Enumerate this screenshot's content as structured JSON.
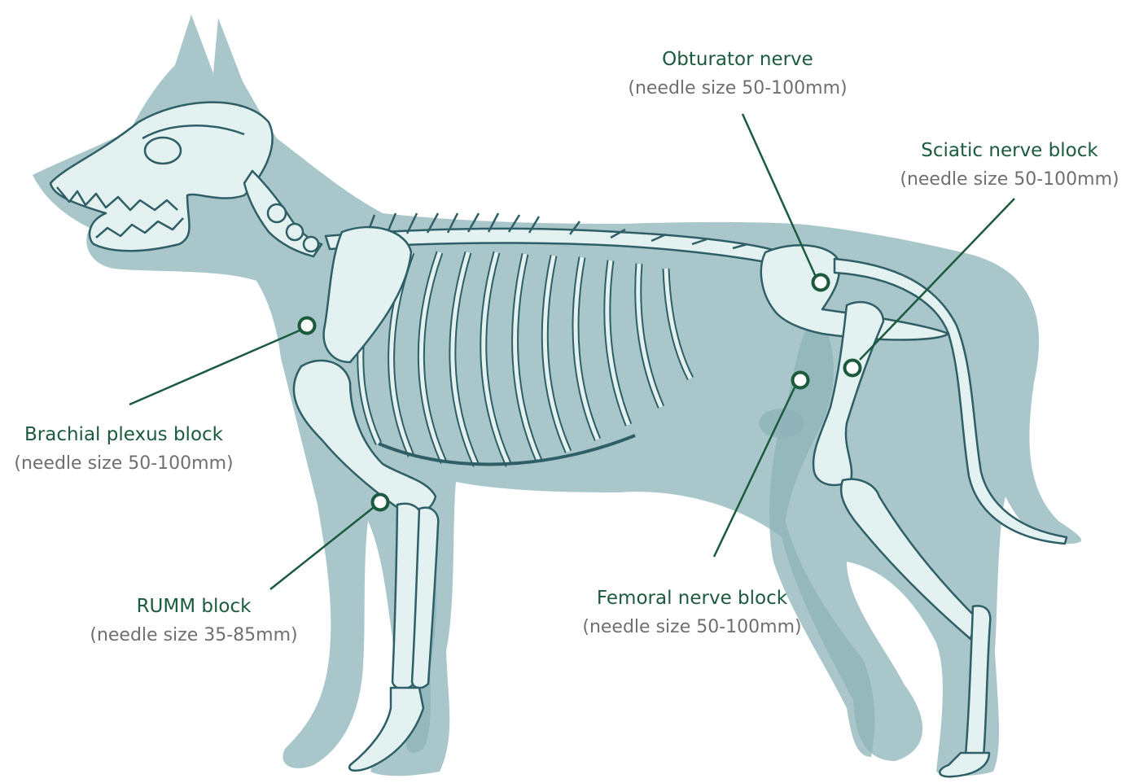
{
  "callouts": {
    "obturator": {
      "name": "Obturator nerve",
      "needle": "(needle size 50-100mm)"
    },
    "sciatic": {
      "name": "Sciatic nerve block",
      "needle": "(needle size 50-100mm)"
    },
    "brachial": {
      "name": "Brachial plexus block",
      "needle": "(needle size 50-100mm)"
    },
    "rumm": {
      "name": "RUMM block",
      "needle": "(needle size 35-85mm)"
    },
    "femoral": {
      "name": "Femoral nerve block",
      "needle": "(needle size 50-100mm)"
    }
  },
  "colors": {
    "body_silhouette": "#a9c7cb",
    "shadow": "#8fb3b8",
    "bone_fill": "#e4f1f1",
    "bone_outline": "#2e5f66",
    "callout_line": "#1b5a3c",
    "callout_title": "#1b5a3c",
    "callout_subtitle": "#6f6f6f"
  },
  "illustration": "dog-skeleton-illustration"
}
